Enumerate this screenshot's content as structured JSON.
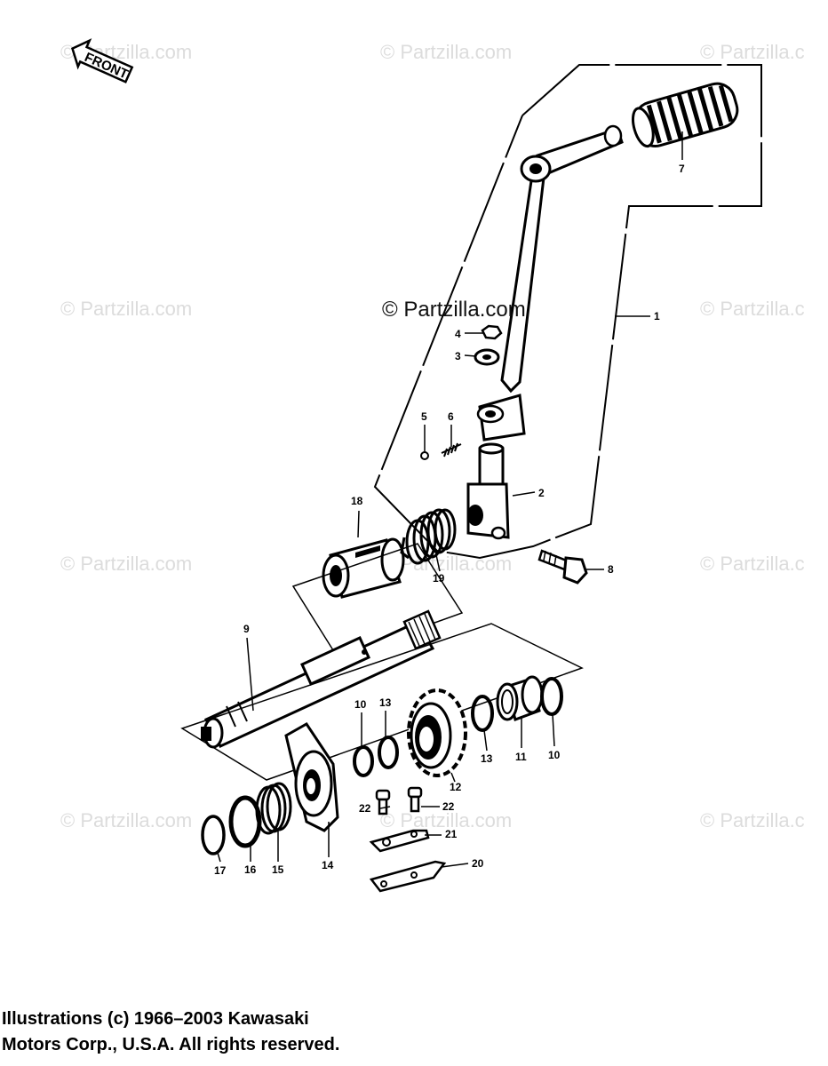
{
  "watermarks": {
    "corner": "© Partzilla.com",
    "edge": "© Partzilla.c",
    "center": "© Partzilla.com"
  },
  "front_label": "FRONT",
  "callouts": [
    {
      "id": "1",
      "text": "1"
    },
    {
      "id": "2",
      "text": "2"
    },
    {
      "id": "3",
      "text": "3"
    },
    {
      "id": "4",
      "text": "4"
    },
    {
      "id": "5",
      "text": "5"
    },
    {
      "id": "6",
      "text": "6"
    },
    {
      "id": "7",
      "text": "7"
    },
    {
      "id": "8",
      "text": "8"
    },
    {
      "id": "9",
      "text": "9"
    },
    {
      "id": "10a",
      "text": "10"
    },
    {
      "id": "10b",
      "text": "10"
    },
    {
      "id": "11",
      "text": "11"
    },
    {
      "id": "12",
      "text": "12"
    },
    {
      "id": "13a",
      "text": "13"
    },
    {
      "id": "13b",
      "text": "13"
    },
    {
      "id": "14",
      "text": "14"
    },
    {
      "id": "15",
      "text": "15"
    },
    {
      "id": "16",
      "text": "16"
    },
    {
      "id": "17",
      "text": "17"
    },
    {
      "id": "18",
      "text": "18"
    },
    {
      "id": "19",
      "text": "19"
    },
    {
      "id": "20",
      "text": "20"
    },
    {
      "id": "21",
      "text": "21"
    },
    {
      "id": "22a",
      "text": "22"
    },
    {
      "id": "22b",
      "text": "22"
    }
  ],
  "footer": {
    "line1": "Illustrations (c) 1966–2003 Kawasaki",
    "line2": "Motors Corp., U.S.A.  All rights reserved."
  }
}
